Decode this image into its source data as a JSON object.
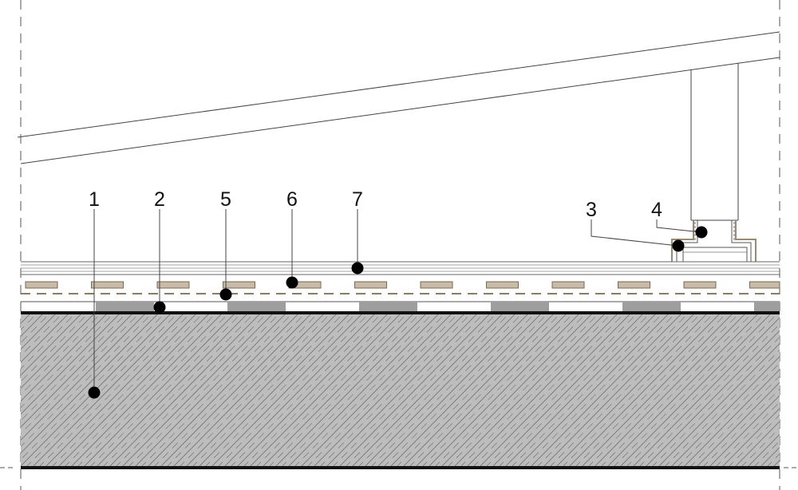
{
  "callouts": [
    {
      "id": "1",
      "label": "1"
    },
    {
      "id": "2",
      "label": "2"
    },
    {
      "id": "3",
      "label": "3"
    },
    {
      "id": "4",
      "label": "4"
    },
    {
      "id": "5",
      "label": "5"
    },
    {
      "id": "6",
      "label": "6"
    },
    {
      "id": "7",
      "label": "7"
    }
  ],
  "colors": {
    "line": "#111111",
    "thin_line": "#555555",
    "slab_fill": "#bdbdbd",
    "hatch": "#6e6e6e",
    "batten_fill": "#c8bba8",
    "batten_stroke": "#7a6a55",
    "joist_fill": "#9e9e9e",
    "dash": "#8c7b64",
    "seal": "#9a8a72",
    "dot": "#000000"
  }
}
